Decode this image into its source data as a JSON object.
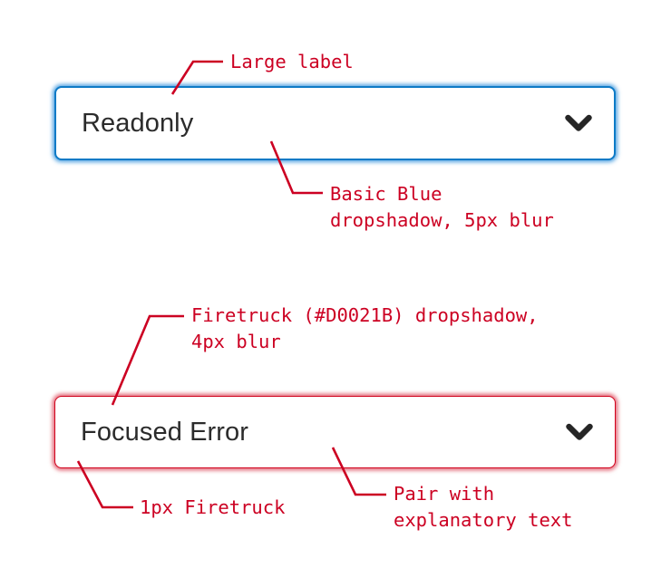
{
  "page": {
    "title": "Dropdown field states annotation spec",
    "background_color": "#FFFFFF",
    "annotation_color": "#CC0022"
  },
  "fields": [
    {
      "id": "readonly",
      "label": "Readonly",
      "state": "readonly",
      "icon": "chevron-down-icon",
      "border_color": "#0D7AC6",
      "shadow_color": "#1A84D8",
      "shadow_blur": "5px",
      "border_width": "2px",
      "corner_radius": "8px"
    },
    {
      "id": "focused-error",
      "label": "Focused Error",
      "state": "focused-error",
      "icon": "chevron-down-icon",
      "border_color": "#D0021B",
      "shadow_color": "#D0021B",
      "shadow_blur": "4px",
      "border_width": "1px",
      "corner_radius": "8px"
    }
  ],
  "annotations": {
    "large_label": "Large label",
    "basic_blue": "Basic Blue\ndropshadow, 5px blur",
    "firetruck": "Firetruck (#D0021B) dropshadow,\n4px blur",
    "one_px_firetruck": "1px Firetruck",
    "pair_with_text": "Pair with\nexplanatory text"
  },
  "colors": {
    "firetruck": "#D0021B",
    "basic_blue": "#0D7AC6",
    "annotation_red": "#CC0022",
    "label_text": "#2B2B2B"
  }
}
